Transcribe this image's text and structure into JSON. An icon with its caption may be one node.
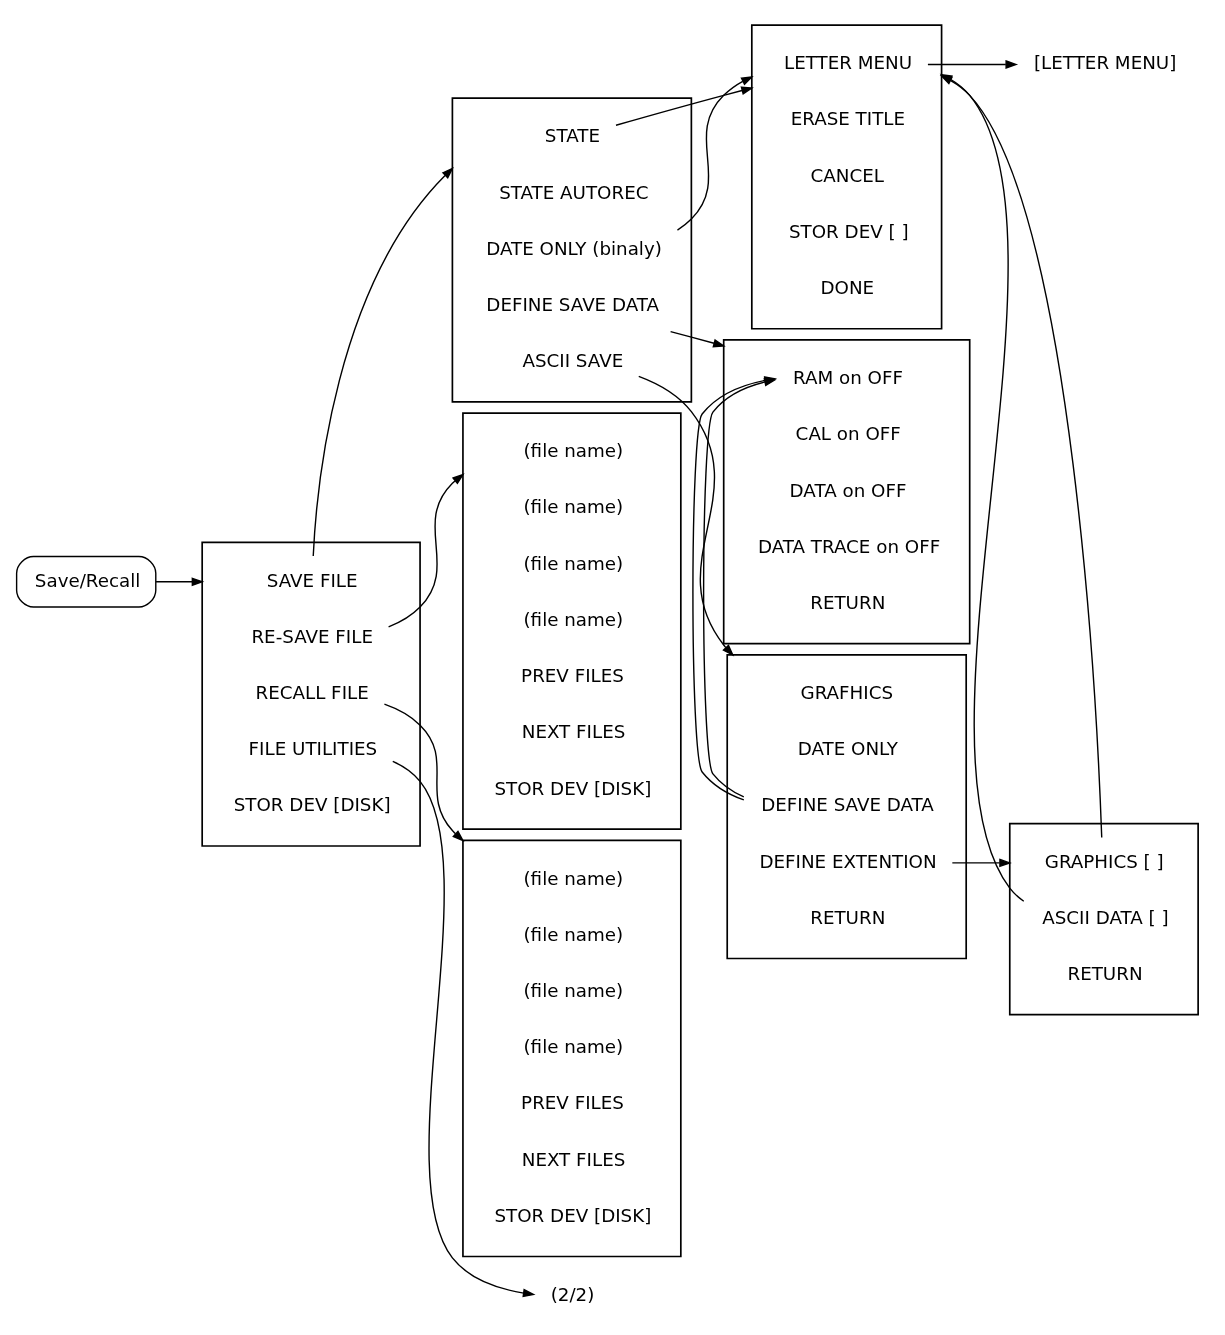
{
  "diagram": {
    "nodes": [
      {
        "text": [
          "Save/Recall"
        ]
      },
      {
        "text": [],
        "shape": "box"
      },
      {
        "text": [
          "SAVE FILE"
        ],
        "in": 1
      },
      {
        "text": [
          "RE-SAVE FILE"
        ],
        "in": 1
      },
      {
        "text": [
          "RECALL FILE"
        ],
        "in": 1
      },
      {
        "text": [
          "FILE UTILITIES"
        ],
        "in": 1
      },
      {
        "text": [
          "STOR DEV [DISK]"
        ],
        "in": 1
      },
      {
        "text": [],
        "shape": "box"
      },
      {
        "text": [
          "STATE"
        ],
        "in": 7
      },
      {
        "text": [
          "STATE AUTOREC"
        ],
        "in": 7
      },
      {
        "text": [
          "DATE ONLY (binaly)"
        ],
        "in": 7
      },
      {
        "text": [
          "DEFINE SAVE DATA"
        ],
        "in": 7
      },
      {
        "text": [
          "ASCII SAVE"
        ],
        "in": 7
      },
      {
        "text": [],
        "shape": "box"
      },
      {
        "text": [
          "LETTER MENU"
        ],
        "in": 13
      },
      {
        "text": [
          "ERASE TITLE"
        ],
        "in": 13
      },
      {
        "text": [
          "CANCEL"
        ],
        "in": 13
      },
      {
        "text": [
          "STOR DEV [ ]"
        ],
        "in": 13
      },
      {
        "text": [
          "DONE"
        ],
        "in": 13
      },
      {
        "text": [
          "[LETTER MENU]"
        ]
      },
      {
        "text": [],
        "shape": "box"
      },
      {
        "text": [
          "GRAFHICS"
        ],
        "in": 20
      },
      {
        "text": [
          "DATE ONLY"
        ],
        "in": 20
      },
      {
        "text": [
          "DEFINE SAVE DATA"
        ],
        "in": 20
      },
      {
        "text": [
          "DEFINE EXTENTION"
        ],
        "in": 20
      },
      {
        "text": [
          "RETURN"
        ],
        "in": 20
      },
      {
        "text": [],
        "shape": "box"
      },
      {
        "text": [
          "RAM on OFF"
        ],
        "in": 26
      },
      {
        "text": [
          "CAL on OFF"
        ],
        "in": 26
      },
      {
        "text": [
          "DATA on OFF"
        ],
        "in": 26
      },
      {
        "text": [
          "DATA TRACE on OFF"
        ],
        "in": 26
      },
      {
        "text": [
          "RETURN"
        ],
        "in": 26
      },
      {
        "text": [],
        "shape": "box"
      },
      {
        "text": [
          "GRAPHICS [ ]"
        ],
        "in": 32
      },
      {
        "text": [
          "ASCII DATA [ ]"
        ],
        "in": 32
      },
      {
        "text": [
          "RETURN"
        ],
        "in": 32
      },
      {
        "text": [],
        "shape": "box"
      },
      {
        "text": [
          "(file name)"
        ],
        "in": 36
      },
      {
        "text": [
          "(file name)"
        ],
        "in": 36
      },
      {
        "text": [
          "(file name)"
        ],
        "in": 36
      },
      {
        "text": [
          "(file name)"
        ],
        "in": 36
      },
      {
        "text": [
          "PREV FILES"
        ],
        "in": 36
      },
      {
        "text": [
          "NEXT FILES"
        ],
        "in": 36
      },
      {
        "text": [
          "STOR DEV [DISK]"
        ],
        "in": 36
      },
      {
        "text": [],
        "shape": "box"
      },
      {
        "text": [
          "(file name)"
        ],
        "in": 44
      },
      {
        "text": [
          "(file name)"
        ],
        "in": 44
      },
      {
        "text": [
          "(file name)"
        ],
        "in": 44
      },
      {
        "text": [
          "(file name)"
        ],
        "in": 44
      },
      {
        "text": [
          "PREV FILES"
        ],
        "in": 44
      },
      {
        "text": [
          "NEXT FILES"
        ],
        "in": 44
      },
      {
        "text": [
          "STOR DEV [DISK]"
        ],
        "in": 44
      },
      {
        "text": [
          "(2/2)"
        ]
      }
    ],
    "edges": [
      {
        "from": 0,
        "to": 1,
        "arrow": "to"
      },
      {
        "from": 2,
        "to": 7,
        "arrow": "to"
      },
      {
        "from": 8,
        "to": 13,
        "arrow": "to"
      },
      {
        "from": 10,
        "to": 13,
        "arrow": "to"
      },
      {
        "from": 14,
        "to": 19,
        "arrow": "to"
      },
      {
        "from": 11,
        "to": 26,
        "arrow": "to"
      },
      {
        "from": 12,
        "to": 20,
        "arrow": "to"
      },
      {
        "from": 23,
        "to": 26,
        "arrow": "to"
      },
      {
        "from": 24,
        "to": 32,
        "arrow": "to"
      },
      {
        "from": 33,
        "to": 13,
        "arrow": "to"
      },
      {
        "from": 34,
        "to": 13,
        "arrow": "to"
      },
      {
        "from": 3,
        "to": 36,
        "arrow": "to"
      },
      {
        "from": 4,
        "to": 44,
        "arrow": "to"
      },
      {
        "from": 5,
        "to": 52,
        "arrow": "to"
      }
    ]
  }
}
